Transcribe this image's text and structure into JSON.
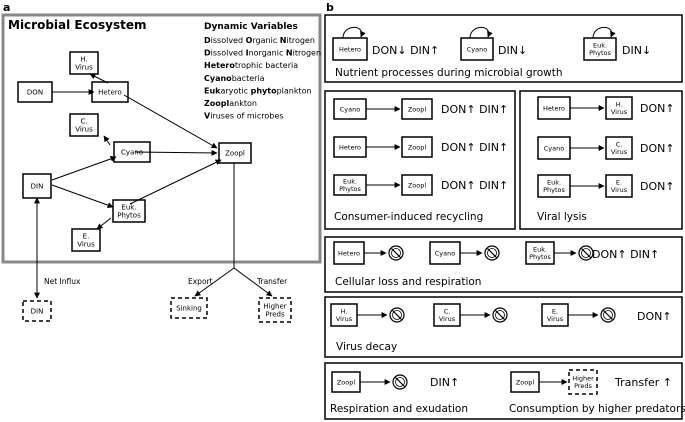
{
  "panel_a": {
    "letter": "a",
    "title": "Microbial Ecosystem",
    "variables_heading": "Dynamic Variables",
    "variables": [
      {
        "key": "D",
        "rest": "issolved ",
        "key2": "O",
        "rest2": "rganic ",
        "key3": "N",
        "rest3": "itrogen"
      },
      {
        "key": "D",
        "rest": "issolved ",
        "key2": "I",
        "rest2": "norganic ",
        "key3": "N",
        "rest3": "itrogen"
      },
      {
        "key": "Hetero",
        "rest": "trophic bacteria",
        "key2": "",
        "rest2": "",
        "key3": "",
        "rest3": ""
      },
      {
        "key": "Cyano",
        "rest": "bacteria",
        "key2": "",
        "rest2": "",
        "key3": "",
        "rest3": ""
      },
      {
        "key": "Euk",
        "rest": "aryotic ",
        "key2": "phyto",
        "rest2": "plankton",
        "key3": "",
        "rest3": ""
      },
      {
        "key": "Zoopl",
        "rest": "ankton",
        "key2": "",
        "rest2": "",
        "key3": "",
        "rest3": ""
      },
      {
        "key": "V",
        "rest": "iruses of microbes",
        "key2": "",
        "rest2": "",
        "key3": "",
        "rest3": ""
      }
    ],
    "nodes": {
      "hvirus": [
        "H.",
        "Virus"
      ],
      "don": [
        "DON"
      ],
      "hetero": [
        "Hetero"
      ],
      "cvirus": [
        "C.",
        "Virus"
      ],
      "cyano": [
        "Cyano"
      ],
      "zoopl": [
        "Zoopl"
      ],
      "din": [
        "DIN"
      ],
      "euk": [
        "Euk.",
        "Phytos"
      ],
      "evirus": [
        "E.",
        "Virus"
      ],
      "din_ext": [
        "DIN"
      ],
      "sinking": [
        "Sinking"
      ],
      "higher": [
        "Higher",
        "Preds"
      ]
    },
    "labels": {
      "net_influx": "Net Influx",
      "export": "Export",
      "transfer": "Transfer"
    }
  },
  "panel_b": {
    "letter": "b",
    "nutrient": {
      "caption": "Nutrient processes during microbial growth",
      "items": [
        {
          "node": [
            "Hetero"
          ],
          "eq": "DON↓ DIN↑"
        },
        {
          "node": [
            "Cyano"
          ],
          "eq": "DIN↓"
        },
        {
          "node": [
            "Euk.",
            "Phytos"
          ],
          "eq": "DIN↓"
        }
      ]
    },
    "consumer": {
      "caption": "Consumer-induced recycling",
      "rows": [
        {
          "from": [
            "Cyano"
          ],
          "to": [
            "Zoopl"
          ],
          "eq": "DON↑ DIN↑"
        },
        {
          "from": [
            "Hetero"
          ],
          "to": [
            "Zoopl"
          ],
          "eq": "DON↑ DIN↑"
        },
        {
          "from": [
            "Euk.",
            "Phytos"
          ],
          "to": [
            "Zoopl"
          ],
          "eq": "DON↑ DIN↑"
        }
      ]
    },
    "lysis": {
      "caption": "Viral lysis",
      "rows": [
        {
          "from": [
            "Hetero"
          ],
          "to": [
            "H.",
            "Virus"
          ],
          "eq": "DON↑"
        },
        {
          "from": [
            "Cyano"
          ],
          "to": [
            "C.",
            "Virus"
          ],
          "eq": "DON↑"
        },
        {
          "from": [
            "Euk.",
            "Phytos"
          ],
          "to": [
            "E.",
            "Virus"
          ],
          "eq": "DON↑"
        }
      ]
    },
    "cellular": {
      "caption": "Cellular loss and respiration",
      "items": [
        [
          "Hetero"
        ],
        [
          "Cyano"
        ],
        [
          "Euk.",
          "Phytos"
        ]
      ],
      "eq": "DON↑ DIN↑"
    },
    "decay": {
      "caption": "Virus decay",
      "items": [
        [
          "H.",
          "Virus"
        ],
        [
          "C.",
          "Virus"
        ],
        [
          "E.",
          "Virus"
        ]
      ],
      "eq": "DON↑"
    },
    "respiration": {
      "caption": "Respiration and exudation",
      "node": [
        "Zoopl"
      ],
      "eq": "DIN↑"
    },
    "consumption": {
      "caption": "Consumption by higher predators",
      "from": [
        "Zoopl"
      ],
      "to": [
        "Higher",
        "Preds"
      ],
      "eq": "Transfer ↑"
    }
  }
}
